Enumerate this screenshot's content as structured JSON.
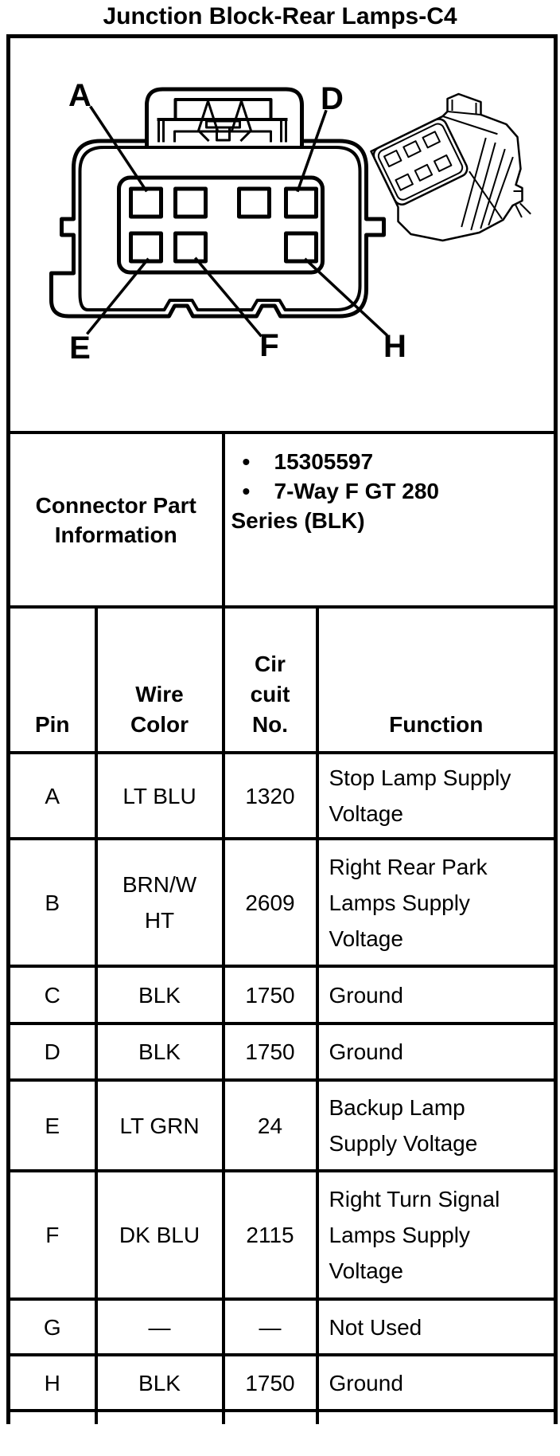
{
  "title": "Junction Block-Rear Lamps-C4",
  "diagram": {
    "labels": {
      "a": "A",
      "d": "D",
      "e": "E",
      "f": "F",
      "h": "H"
    }
  },
  "part_info": {
    "header_line1": "Connector Part",
    "header_line2": "Information",
    "bullet_marker": "•",
    "bullet1": "15305597",
    "bullet2": "7-Way F GT 280",
    "bullet2_cont": "Series (BLK)"
  },
  "table": {
    "headers": {
      "pin": "Pin",
      "wire_color": "Wire\nColor",
      "circuit_no": "Cir\ncuit\nNo.",
      "function": "Function"
    },
    "rows": [
      {
        "pin": "A",
        "wire_color": "LT BLU",
        "circuit_no": "1320",
        "function": "Stop Lamp Supply\nVoltage"
      },
      {
        "pin": "B",
        "wire_color": "BRN/W\nHT",
        "circuit_no": "2609",
        "function": "Right Rear Park\nLamps Supply\nVoltage"
      },
      {
        "pin": "C",
        "wire_color": "BLK",
        "circuit_no": "1750",
        "function": "Ground"
      },
      {
        "pin": "D",
        "wire_color": "BLK",
        "circuit_no": "1750",
        "function": "Ground"
      },
      {
        "pin": "E",
        "wire_color": "LT GRN",
        "circuit_no": "24",
        "function": "Backup Lamp\nSupply Voltage"
      },
      {
        "pin": "F",
        "wire_color": "DK BLU",
        "circuit_no": "2115",
        "function": "Right Turn Signal\nLamps Supply\nVoltage"
      },
      {
        "pin": "G",
        "wire_color": "—",
        "circuit_no": "—",
        "function": "Not Used"
      },
      {
        "pin": "H",
        "wire_color": "BLK",
        "circuit_no": "1750",
        "function": "Ground"
      }
    ]
  }
}
